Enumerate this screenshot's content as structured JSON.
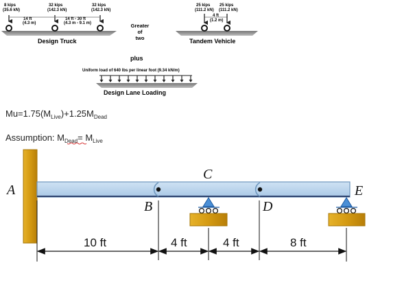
{
  "truck": {
    "load1": "8 kips",
    "load1_si": "(35.6 kN)",
    "load2": "32 kips",
    "load2_si": "(142.3 kN)",
    "load3": "32 kips",
    "load3_si": "(142.3 kN)",
    "space1": "14 ft",
    "space1_si": "(4.3 m)",
    "space2": "14 ft - 30 ft",
    "space2_si": "(4.3 m - 9.1 m)",
    "caption": "Design Truck"
  },
  "greater": [
    "Greater",
    "of",
    "two"
  ],
  "tandem": {
    "load1": "25 kips",
    "load1_si": "(111.2 kN)",
    "load2": "25 kips",
    "load2_si": "(111.2 kN)",
    "space": "4 ft",
    "space_si": "(1.2 m)",
    "caption": "Tandem Vehicle"
  },
  "plus": "plus",
  "lane": {
    "text": "Uniform load of 640 lbs per linear foot (9.34 kN/m)",
    "caption": "Design Lane Loading"
  },
  "formula": {
    "lhs": "Mu=1.75(M",
    "live_sub": "Live",
    "mid": ")+1.25M",
    "dead_sub": "Dead"
  },
  "assumption": {
    "prefix": "Assumption: M",
    "dead_sub": "Dead",
    "eq": "= M",
    "live_sub": "Live"
  },
  "beam": {
    "labels": {
      "A": "A",
      "B": "B",
      "C": "C",
      "D": "D",
      "E": "E"
    },
    "dims": [
      "10 ft",
      "4 ft",
      "4 ft",
      "8 ft"
    ]
  },
  "colors": {
    "beam": "#b7d3ec",
    "beam_edge": "#6d96bd",
    "wall": "#d9a21b",
    "support": "#4a8fd6",
    "block": "#d9a21b"
  }
}
